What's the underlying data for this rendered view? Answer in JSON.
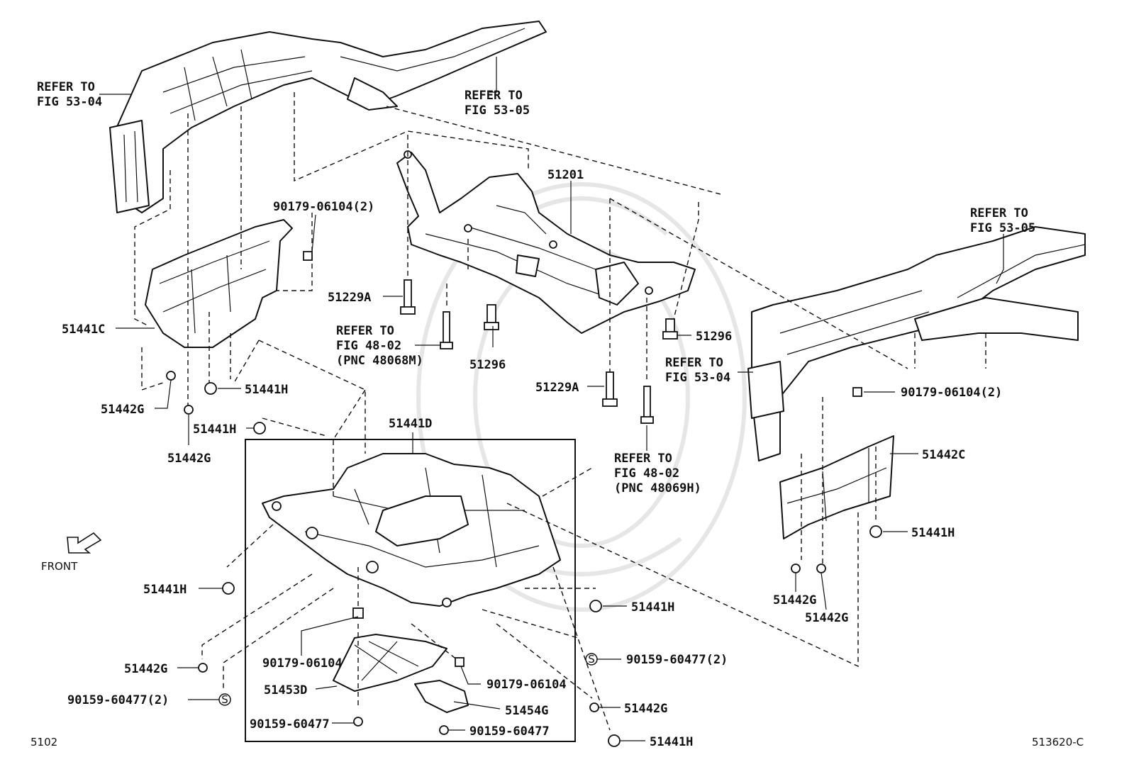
{
  "labels": {
    "refer_53_04_top": [
      "REFER TO",
      "FIG 53-04"
    ],
    "refer_53_05_top": [
      "REFER TO",
      "FIG 53-05"
    ],
    "refer_53_05_right": [
      "REFER TO",
      "FIG 53-05"
    ],
    "refer_53_04_right": [
      "REFER TO",
      "FIG 53-04"
    ],
    "refer_48_02_left": [
      "REFER TO",
      "FIG 48-02",
      "(PNC 48068M)"
    ],
    "refer_48_02_right": [
      "REFER TO",
      "FIG 48-02",
      "(PNC 48069H)"
    ],
    "p51201": "51201",
    "p90179_06104_2_top": "90179-06104(2)",
    "p90179_06104_2_right": "90179-06104(2)",
    "p51229A_left": "51229A",
    "p51229A_right": "51229A",
    "p51296_mid": "51296",
    "p51296_right": "51296",
    "p51441C": "51441C",
    "p51441H_a": "51441H",
    "p51441H_b": "51441H",
    "p51441H_c": "51441H",
    "p51441H_d": "51441H",
    "p51441H_e": "51441H",
    "p51441H_f": "51441H",
    "p51442G_a": "51442G",
    "p51442G_b": "51442G",
    "p51442G_c": "51442G",
    "p51442G_d": "51442G",
    "p51442G_e": "51442G",
    "p51442G_f": "51442G",
    "p51441D": "51441D",
    "p51442C": "51442C",
    "p90179_06104_a": "90179-06104",
    "p90179_06104_b": "90179-06104",
    "p51453D": "51453D",
    "p51454G": "51454G",
    "p90159_60477_2_left": "90159-60477(2)",
    "p90159_60477_2_right": "90159-60477(2)",
    "p90159_60477_a": "90159-60477",
    "p90159_60477_b": "90159-60477",
    "front": "FRONT",
    "page_code": "5102",
    "fig_code": "513620-C"
  },
  "icons": {
    "front_arrow": "front-arrow-icon",
    "s_marker": "s-circle-icon"
  }
}
